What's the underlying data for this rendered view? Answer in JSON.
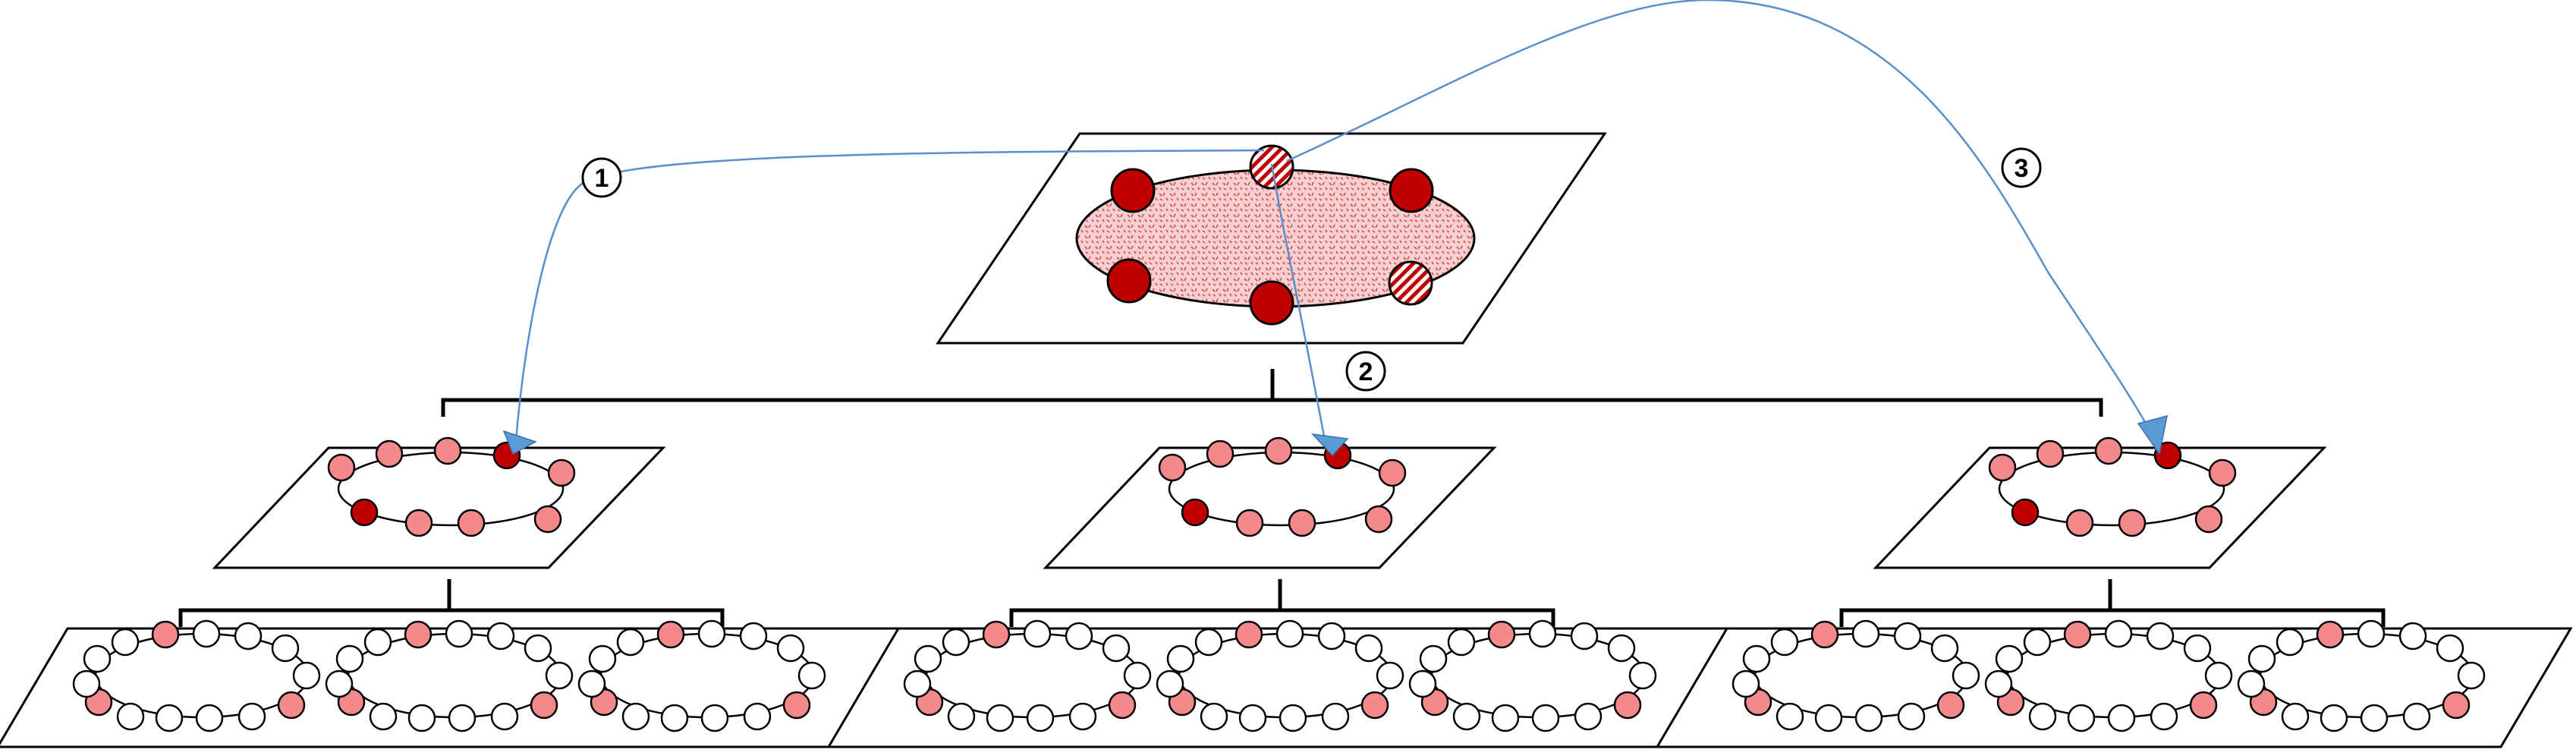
{
  "labels": {
    "step1": "1",
    "step2": "2",
    "step3": "3"
  },
  "colors": {
    "dark_node": "#c00000",
    "pink_node": "#f4898b",
    "white_node": "#ffffff",
    "outline": "#000000",
    "ellipse_fill": "#f6cfd0",
    "ellipse_dots": "#d94848",
    "arrow": "#5b8fc9",
    "arrowhead": "#5b9bd5"
  },
  "levels": {
    "top": {
      "ring_nodes": [
        "dark",
        "hatched",
        "dark",
        "hatched",
        "dark",
        "dark"
      ]
    },
    "middle": {
      "planes": 3,
      "ring_nodes": [
        "pink",
        "pink",
        "pink",
        "dark",
        "pink",
        "pink",
        "pink",
        "pink",
        "dark"
      ]
    },
    "bottom": {
      "planes": 3,
      "rings_per_plane": 3,
      "ring_nodes": [
        "white",
        "white",
        "pink",
        "white",
        "white",
        "white",
        "white",
        "pink",
        "white",
        "white",
        "white",
        "white",
        "pink",
        "white"
      ]
    }
  },
  "arrows": [
    {
      "label": "step1",
      "target_plane": 0
    },
    {
      "label": "step2",
      "target_plane": 1
    },
    {
      "label": "step3",
      "target_plane": 2
    }
  ]
}
